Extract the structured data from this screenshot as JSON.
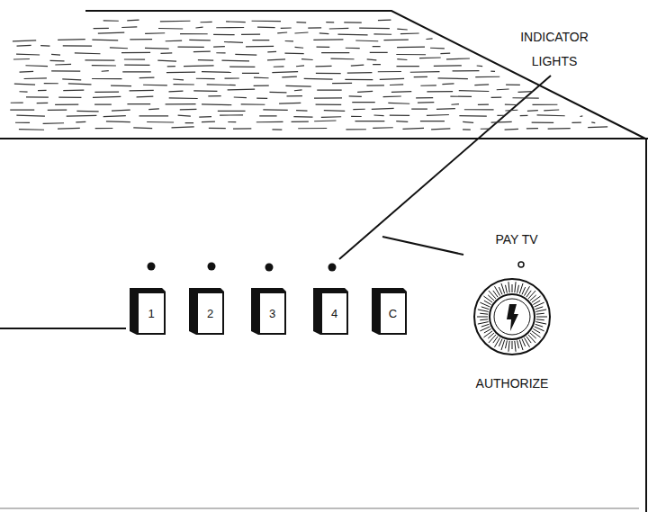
{
  "diagram": {
    "nodes": [
      {
        "text": [
          "1"
        ]
      },
      {
        "text": [
          "2"
        ]
      },
      {
        "text": [
          "3"
        ]
      },
      {
        "text": [
          "4"
        ]
      },
      {
        "text": [
          "C"
        ]
      }
    ],
    "labels": [
      "INDICATOR LIGHTS",
      "PAY TV",
      "AUTHORIZE"
    ]
  }
}
